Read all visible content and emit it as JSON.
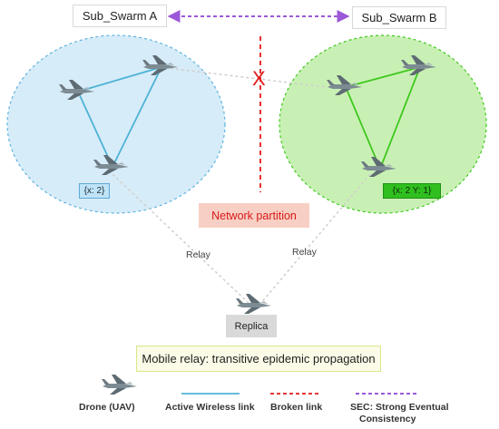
{
  "swarms": {
    "a_label": "Sub_Swarm A",
    "b_label": "Sub_Swarm B",
    "a_state": "{x: 2}",
    "b_state": "{x: 2 Y: 1}"
  },
  "partition": {
    "mark": "X",
    "label": "Network partition"
  },
  "relay": {
    "left_label": "Relay",
    "right_label": "Relay",
    "node_label": "Replica",
    "note": "Mobile relay: transitive epidemic propagation"
  },
  "legend": {
    "drone": "Drone (UAV)",
    "active_link": "Active Wireless link",
    "broken_link": "Broken link",
    "sec_line1": "SEC: Strong Eventual",
    "sec_line2": "Consistency"
  },
  "colors": {
    "active_link": "#4db3d6",
    "active_link_b": "#3ec81e",
    "broken_link": "#e31a1a",
    "sec": "#9b59d9",
    "swarm_a_fill": "#d6ecf8",
    "swarm_b_fill": "#c9f0b4",
    "swarm_a_border": "#5fb3e0",
    "swarm_b_border": "#3ec81e"
  },
  "icons": {
    "drone": "jet-drone-icon"
  }
}
